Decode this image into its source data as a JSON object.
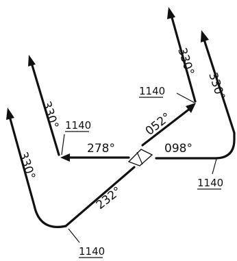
{
  "headings": {
    "left": "278°",
    "right": "098°",
    "northeast": "052°",
    "southwest": "232°",
    "outbound_a": "330°",
    "outbound_b": "330°",
    "outbound_c": "330°",
    "outbound_d": "330°"
  },
  "altitudes": {
    "left": "1140",
    "right": "1140",
    "northeast": "1140",
    "southwest": "1140"
  },
  "colors": {
    "ink": "#111111",
    "background": "#ffffff"
  }
}
